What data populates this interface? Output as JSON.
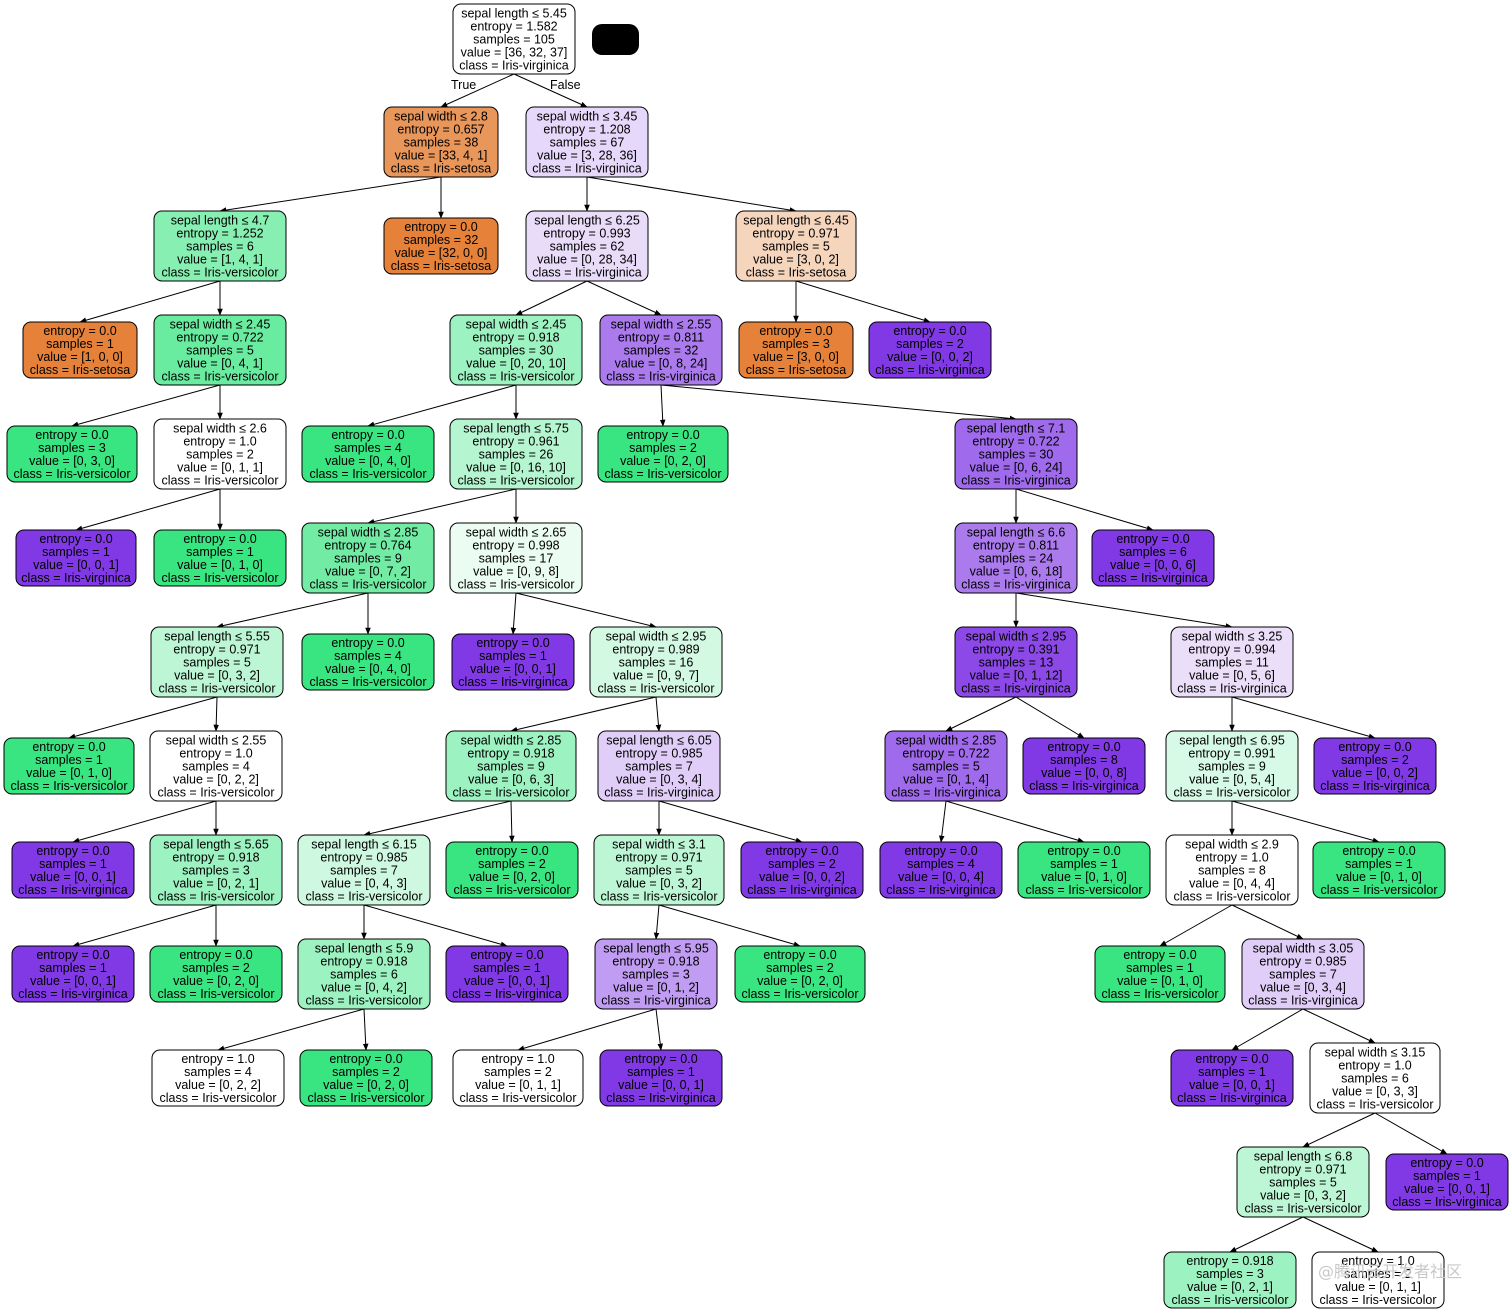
{
  "colors": {
    "setosa": "#e58139",
    "versicolor": "#39e581",
    "virginica": "#8139e5",
    "border": "#000000"
  },
  "edge_labels": {
    "true_label": "True",
    "false_label": "False"
  },
  "watermark": "@腾讯云开发者社区",
  "redaction": true,
  "nodes": [
    {
      "id": "n0",
      "lines": [
        "sepal length ≤ 5.45",
        "entropy = 1.582",
        "samples = 105",
        "value = [36, 32, 37]",
        "class = Iris-virginica"
      ],
      "fill": "#ffffff"
    },
    {
      "id": "n1",
      "lines": [
        "sepal width ≤ 2.8",
        "entropy = 0.657",
        "samples = 38",
        "value = [33, 4, 1]",
        "class = Iris-setosa"
      ],
      "fill": "#e9965a"
    },
    {
      "id": "n2",
      "lines": [
        "sepal width ≤ 3.45",
        "entropy = 1.208",
        "samples = 67",
        "value = [3, 28, 36]",
        "class = Iris-virginica"
      ],
      "fill": "#e6d8fa"
    },
    {
      "id": "n3",
      "lines": [
        "sepal length ≤ 4.7",
        "entropy = 1.252",
        "samples = 6",
        "value = [1, 4, 1]",
        "class = Iris-versicolor"
      ],
      "fill": "#88efb3"
    },
    {
      "id": "n4",
      "lines": [
        "entropy = 0.0",
        "samples = 32",
        "value = [32, 0, 0]",
        "class = Iris-setosa"
      ],
      "fill": "#e58139"
    },
    {
      "id": "n5",
      "lines": [
        "sepal length ≤ 6.25",
        "entropy = 0.993",
        "samples = 62",
        "value = [0, 28, 34]",
        "class = Iris-virginica"
      ],
      "fill": "#e8dcf9"
    },
    {
      "id": "n6",
      "lines": [
        "sepal length ≤ 6.45",
        "entropy = 0.971",
        "samples = 5",
        "value = [3, 0, 2]",
        "class = Iris-setosa"
      ],
      "fill": "#f6d5bd"
    },
    {
      "id": "n7",
      "lines": [
        "entropy = 0.0",
        "samples = 1",
        "value = [1, 0, 0]",
        "class = Iris-setosa"
      ],
      "fill": "#e58139"
    },
    {
      "id": "n8",
      "lines": [
        "sepal width ≤ 2.45",
        "entropy = 0.722",
        "samples = 5",
        "value = [0, 4, 1]",
        "class = Iris-versicolor"
      ],
      "fill": "#6aeca0"
    },
    {
      "id": "n9",
      "lines": [
        "sepal width ≤ 2.45",
        "entropy = 0.918",
        "samples = 30",
        "value = [0, 20, 10]",
        "class = Iris-versicolor"
      ],
      "fill": "#9cf2c0"
    },
    {
      "id": "n10",
      "lines": [
        "sepal width ≤ 2.55",
        "entropy = 0.811",
        "samples = 32",
        "value = [0, 8, 24]",
        "class = Iris-virginica"
      ],
      "fill": "#ab7bee"
    },
    {
      "id": "n11",
      "lines": [
        "entropy = 0.0",
        "samples = 3",
        "value = [3, 0, 0]",
        "class = Iris-setosa"
      ],
      "fill": "#e58139"
    },
    {
      "id": "n12",
      "lines": [
        "entropy = 0.0",
        "samples = 2",
        "value = [0, 0, 2]",
        "class = Iris-virginica"
      ],
      "fill": "#8139e5"
    },
    {
      "id": "n13",
      "lines": [
        "entropy = 0.0",
        "samples = 3",
        "value = [0, 3, 0]",
        "class = Iris-versicolor"
      ],
      "fill": "#39e581"
    },
    {
      "id": "n14",
      "lines": [
        "sepal width ≤ 2.6",
        "entropy = 1.0",
        "samples = 2",
        "value = [0, 1, 1]",
        "class = Iris-versicolor"
      ],
      "fill": "#ffffff"
    },
    {
      "id": "n15",
      "lines": [
        "entropy = 0.0",
        "samples = 4",
        "value = [0, 4, 0]",
        "class = Iris-versicolor"
      ],
      "fill": "#39e581"
    },
    {
      "id": "n16",
      "lines": [
        "sepal length ≤ 5.75",
        "entropy = 0.961",
        "samples = 26",
        "value = [0, 16, 10]",
        "class = Iris-versicolor"
      ],
      "fill": "#b5f5d0"
    },
    {
      "id": "n17",
      "lines": [
        "entropy = 0.0",
        "samples = 2",
        "value = [0, 2, 0]",
        "class = Iris-versicolor"
      ],
      "fill": "#39e581"
    },
    {
      "id": "n18",
      "lines": [
        "sepal length ≤ 7.1",
        "entropy = 0.722",
        "samples = 30",
        "value = [0, 6, 24]",
        "class = Iris-virginica"
      ],
      "fill": "#a06aec"
    },
    {
      "id": "n19",
      "lines": [
        "entropy = 0.0",
        "samples = 1",
        "value = [0, 0, 1]",
        "class = Iris-virginica"
      ],
      "fill": "#8139e5"
    },
    {
      "id": "n20",
      "lines": [
        "entropy = 0.0",
        "samples = 1",
        "value = [0, 1, 0]",
        "class = Iris-versicolor"
      ],
      "fill": "#39e581"
    },
    {
      "id": "n21",
      "lines": [
        "sepal width ≤ 2.85",
        "entropy = 0.764",
        "samples = 9",
        "value = [0, 7, 2]",
        "class = Iris-versicolor"
      ],
      "fill": "#72eca5"
    },
    {
      "id": "n22",
      "lines": [
        "sepal width ≤ 2.65",
        "entropy = 0.998",
        "samples = 17",
        "value = [0, 9, 8]",
        "class = Iris-versicolor"
      ],
      "fill": "#ebfcf2"
    },
    {
      "id": "n23",
      "lines": [
        "sepal length ≤ 6.6",
        "entropy = 0.811",
        "samples = 24",
        "value = [0, 6, 18]",
        "class = Iris-virginica"
      ],
      "fill": "#ab7bee"
    },
    {
      "id": "n24",
      "lines": [
        "entropy = 0.0",
        "samples = 6",
        "value = [0, 0, 6]",
        "class = Iris-virginica"
      ],
      "fill": "#8139e5"
    },
    {
      "id": "n25",
      "lines": [
        "sepal length ≤ 5.55",
        "entropy = 0.971",
        "samples = 5",
        "value = [0, 3, 2]",
        "class = Iris-versicolor"
      ],
      "fill": "#bdf6d5"
    },
    {
      "id": "n26",
      "lines": [
        "entropy = 0.0",
        "samples = 4",
        "value = [0, 4, 0]",
        "class = Iris-versicolor"
      ],
      "fill": "#39e581"
    },
    {
      "id": "n27",
      "lines": [
        "entropy = 0.0",
        "samples = 1",
        "value = [0, 0, 1]",
        "class = Iris-virginica"
      ],
      "fill": "#8139e5"
    },
    {
      "id": "n28",
      "lines": [
        "sepal width ≤ 2.95",
        "entropy = 0.989",
        "samples = 16",
        "value = [0, 9, 7]",
        "class = Iris-versicolor"
      ],
      "fill": "#d3f9e3"
    },
    {
      "id": "n29",
      "lines": [
        "sepal width ≤ 2.95",
        "entropy = 0.391",
        "samples = 13",
        "value = [0, 1, 12]",
        "class = Iris-virginica"
      ],
      "fill": "#8c49e7"
    },
    {
      "id": "n30",
      "lines": [
        "sepal width ≤ 3.25",
        "entropy = 0.994",
        "samples = 11",
        "value = [0, 5, 6]",
        "class = Iris-virginica"
      ],
      "fill": "#eadef9"
    },
    {
      "id": "n31",
      "lines": [
        "entropy = 0.0",
        "samples = 1",
        "value = [0, 1, 0]",
        "class = Iris-versicolor"
      ],
      "fill": "#39e581"
    },
    {
      "id": "n32",
      "lines": [
        "sepal width ≤ 2.55",
        "entropy = 1.0",
        "samples = 4",
        "value = [0, 2, 2]",
        "class = Iris-versicolor"
      ],
      "fill": "#ffffff"
    },
    {
      "id": "n33",
      "lines": [
        "sepal width ≤ 2.85",
        "entropy = 0.918",
        "samples = 9",
        "value = [0, 6, 3]",
        "class = Iris-versicolor"
      ],
      "fill": "#9cf2c0"
    },
    {
      "id": "n34",
      "lines": [
        "sepal length ≤ 6.05",
        "entropy = 0.985",
        "samples = 7",
        "value = [0, 3, 4]",
        "class = Iris-virginica"
      ],
      "fill": "#e0cef8"
    },
    {
      "id": "n35",
      "lines": [
        "sepal width ≤ 2.85",
        "entropy = 0.722",
        "samples = 5",
        "value = [0, 1, 4]",
        "class = Iris-virginica"
      ],
      "fill": "#a06aec"
    },
    {
      "id": "n36",
      "lines": [
        "entropy = 0.0",
        "samples = 8",
        "value = [0, 0, 8]",
        "class = Iris-virginica"
      ],
      "fill": "#8139e5"
    },
    {
      "id": "n37",
      "lines": [
        "sepal length ≤ 6.95",
        "entropy = 0.991",
        "samples = 9",
        "value = [0, 5, 4]",
        "class = Iris-versicolor"
      ],
      "fill": "#d7fae6"
    },
    {
      "id": "n38",
      "lines": [
        "entropy = 0.0",
        "samples = 2",
        "value = [0, 0, 2]",
        "class = Iris-virginica"
      ],
      "fill": "#8139e5"
    },
    {
      "id": "n39",
      "lines": [
        "entropy = 0.0",
        "samples = 1",
        "value = [0, 0, 1]",
        "class = Iris-virginica"
      ],
      "fill": "#8139e5"
    },
    {
      "id": "n40",
      "lines": [
        "sepal length ≤ 5.65",
        "entropy = 0.918",
        "samples = 3",
        "value = [0, 2, 1]",
        "class = Iris-versicolor"
      ],
      "fill": "#9cf2c0"
    },
    {
      "id": "n41",
      "lines": [
        "sepal length ≤ 6.15",
        "entropy = 0.985",
        "samples = 7",
        "value = [0, 4, 3]",
        "class = Iris-versicolor"
      ],
      "fill": "#cef8e0"
    },
    {
      "id": "n42",
      "lines": [
        "entropy = 0.0",
        "samples = 2",
        "value = [0, 2, 0]",
        "class = Iris-versicolor"
      ],
      "fill": "#39e581"
    },
    {
      "id": "n43",
      "lines": [
        "sepal width ≤ 3.1",
        "entropy = 0.971",
        "samples = 5",
        "value = [0, 3, 2]",
        "class = Iris-versicolor"
      ],
      "fill": "#bdf6d5"
    },
    {
      "id": "n44",
      "lines": [
        "entropy = 0.0",
        "samples = 2",
        "value = [0, 0, 2]",
        "class = Iris-virginica"
      ],
      "fill": "#8139e5"
    },
    {
      "id": "n45",
      "lines": [
        "entropy = 0.0",
        "samples = 4",
        "value = [0, 0, 4]",
        "class = Iris-virginica"
      ],
      "fill": "#8139e5"
    },
    {
      "id": "n46",
      "lines": [
        "entropy = 0.0",
        "samples = 1",
        "value = [0, 1, 0]",
        "class = Iris-versicolor"
      ],
      "fill": "#39e581"
    },
    {
      "id": "n47",
      "lines": [
        "sepal width ≤ 2.9",
        "entropy = 1.0",
        "samples = 8",
        "value = [0, 4, 4]",
        "class = Iris-versicolor"
      ],
      "fill": "#ffffff"
    },
    {
      "id": "n48",
      "lines": [
        "entropy = 0.0",
        "samples = 1",
        "value = [0, 1, 0]",
        "class = Iris-versicolor"
      ],
      "fill": "#39e581"
    },
    {
      "id": "n49",
      "lines": [
        "entropy = 0.0",
        "samples = 1",
        "value = [0, 0, 1]",
        "class = Iris-virginica"
      ],
      "fill": "#8139e5"
    },
    {
      "id": "n50",
      "lines": [
        "entropy = 0.0",
        "samples = 2",
        "value = [0, 2, 0]",
        "class = Iris-versicolor"
      ],
      "fill": "#39e581"
    },
    {
      "id": "n51",
      "lines": [
        "sepal length ≤ 5.9",
        "entropy = 0.918",
        "samples = 6",
        "value = [0, 4, 2]",
        "class = Iris-versicolor"
      ],
      "fill": "#9cf2c0"
    },
    {
      "id": "n52",
      "lines": [
        "entropy = 0.0",
        "samples = 1",
        "value = [0, 0, 1]",
        "class = Iris-virginica"
      ],
      "fill": "#8139e5"
    },
    {
      "id": "n53",
      "lines": [
        "sepal length ≤ 5.95",
        "entropy = 0.918",
        "samples = 3",
        "value = [0, 1, 2]",
        "class = Iris-virginica"
      ],
      "fill": "#c09cf2"
    },
    {
      "id": "n54",
      "lines": [
        "entropy = 0.0",
        "samples = 2",
        "value = [0, 2, 0]",
        "class = Iris-versicolor"
      ],
      "fill": "#39e581"
    },
    {
      "id": "n55",
      "lines": [
        "entropy = 0.0",
        "samples = 1",
        "value = [0, 1, 0]",
        "class = Iris-versicolor"
      ],
      "fill": "#39e581"
    },
    {
      "id": "n56",
      "lines": [
        "sepal width ≤ 3.05",
        "entropy = 0.985",
        "samples = 7",
        "value = [0, 3, 4]",
        "class = Iris-virginica"
      ],
      "fill": "#e0cef8"
    },
    {
      "id": "n57",
      "lines": [
        "entropy = 1.0",
        "samples = 4",
        "value = [0, 2, 2]",
        "class = Iris-versicolor"
      ],
      "fill": "#ffffff"
    },
    {
      "id": "n58",
      "lines": [
        "entropy = 0.0",
        "samples = 2",
        "value = [0, 2, 0]",
        "class = Iris-versicolor"
      ],
      "fill": "#39e581"
    },
    {
      "id": "n59",
      "lines": [
        "entropy = 1.0",
        "samples = 2",
        "value = [0, 1, 1]",
        "class = Iris-versicolor"
      ],
      "fill": "#ffffff"
    },
    {
      "id": "n60",
      "lines": [
        "entropy = 0.0",
        "samples = 1",
        "value = [0, 0, 1]",
        "class = Iris-virginica"
      ],
      "fill": "#8139e5"
    },
    {
      "id": "n61",
      "lines": [
        "entropy = 0.0",
        "samples = 1",
        "value = [0, 0, 1]",
        "class = Iris-virginica"
      ],
      "fill": "#8139e5"
    },
    {
      "id": "n62",
      "lines": [
        "sepal width ≤ 3.15",
        "entropy = 1.0",
        "samples = 6",
        "value = [0, 3, 3]",
        "class = Iris-versicolor"
      ],
      "fill": "#ffffff"
    },
    {
      "id": "n63",
      "lines": [
        "sepal length ≤ 6.8",
        "entropy = 0.971",
        "samples = 5",
        "value = [0, 3, 2]",
        "class = Iris-versicolor"
      ],
      "fill": "#bdf6d5"
    },
    {
      "id": "n64",
      "lines": [
        "entropy = 0.0",
        "samples = 1",
        "value = [0, 0, 1]",
        "class = Iris-virginica"
      ],
      "fill": "#8139e5"
    },
    {
      "id": "n65",
      "lines": [
        "entropy = 0.918",
        "samples = 3",
        "value = [0, 2, 1]",
        "class = Iris-versicolor"
      ],
      "fill": "#9cf2c0"
    },
    {
      "id": "n66",
      "lines": [
        "entropy = 1.0",
        "samples = 2",
        "value = [0, 1, 1]",
        "class = Iris-versicolor"
      ],
      "fill": "#ffffff"
    }
  ],
  "edges": [
    [
      "n0",
      "n1"
    ],
    [
      "n0",
      "n2"
    ],
    [
      "n1",
      "n3"
    ],
    [
      "n1",
      "n4"
    ],
    [
      "n2",
      "n5"
    ],
    [
      "n2",
      "n6"
    ],
    [
      "n3",
      "n7"
    ],
    [
      "n3",
      "n8"
    ],
    [
      "n5",
      "n9"
    ],
    [
      "n5",
      "n10"
    ],
    [
      "n6",
      "n11"
    ],
    [
      "n6",
      "n12"
    ],
    [
      "n8",
      "n13"
    ],
    [
      "n8",
      "n14"
    ],
    [
      "n9",
      "n15"
    ],
    [
      "n9",
      "n16"
    ],
    [
      "n10",
      "n17"
    ],
    [
      "n10",
      "n18"
    ],
    [
      "n14",
      "n19"
    ],
    [
      "n14",
      "n20"
    ],
    [
      "n16",
      "n21"
    ],
    [
      "n16",
      "n22"
    ],
    [
      "n18",
      "n23"
    ],
    [
      "n18",
      "n24"
    ],
    [
      "n21",
      "n25"
    ],
    [
      "n21",
      "n26"
    ],
    [
      "n22",
      "n27"
    ],
    [
      "n22",
      "n28"
    ],
    [
      "n23",
      "n29"
    ],
    [
      "n23",
      "n30"
    ],
    [
      "n25",
      "n31"
    ],
    [
      "n25",
      "n32"
    ],
    [
      "n28",
      "n33"
    ],
    [
      "n28",
      "n34"
    ],
    [
      "n29",
      "n35"
    ],
    [
      "n29",
      "n36"
    ],
    [
      "n30",
      "n37"
    ],
    [
      "n30",
      "n38"
    ],
    [
      "n32",
      "n39"
    ],
    [
      "n32",
      "n40"
    ],
    [
      "n33",
      "n41"
    ],
    [
      "n33",
      "n42"
    ],
    [
      "n34",
      "n43"
    ],
    [
      "n34",
      "n44"
    ],
    [
      "n35",
      "n45"
    ],
    [
      "n35",
      "n46"
    ],
    [
      "n37",
      "n47"
    ],
    [
      "n37",
      "n48"
    ],
    [
      "n40",
      "n49"
    ],
    [
      "n40",
      "n50"
    ],
    [
      "n41",
      "n51"
    ],
    [
      "n41",
      "n52"
    ],
    [
      "n43",
      "n53"
    ],
    [
      "n43",
      "n54"
    ],
    [
      "n47",
      "n55"
    ],
    [
      "n47",
      "n56"
    ],
    [
      "n51",
      "n57"
    ],
    [
      "n51",
      "n58"
    ],
    [
      "n53",
      "n59"
    ],
    [
      "n53",
      "n60"
    ],
    [
      "n56",
      "n61"
    ],
    [
      "n56",
      "n62"
    ],
    [
      "n62",
      "n63"
    ],
    [
      "n62",
      "n64"
    ],
    [
      "n63",
      "n65"
    ],
    [
      "n63",
      "n66"
    ]
  ]
}
